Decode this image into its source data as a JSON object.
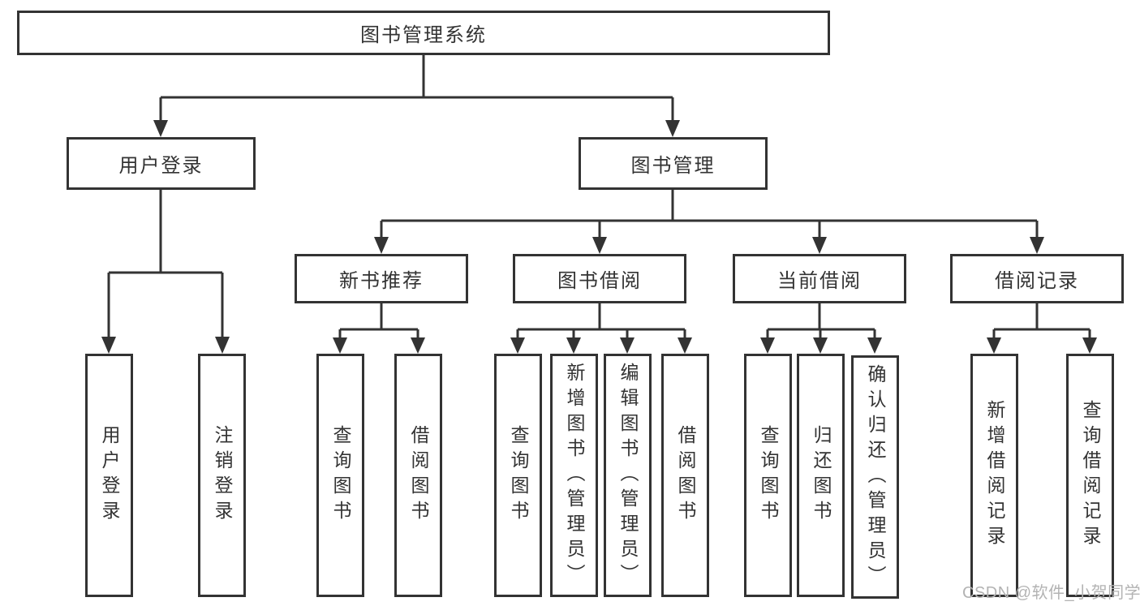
{
  "diagram": {
    "nodes": {
      "root": "图书管理系统",
      "user_login_branch": "用户登录",
      "book_management_branch": "图书管理",
      "new_book_recommend": "新书推荐",
      "book_borrowing": "图书借阅",
      "current_borrowing": "当前借阅",
      "borrowing_records": "借阅记录",
      "leaves_user": [
        "用户登录",
        "注销登录"
      ],
      "leaves_new_book": [
        "查询图书",
        "借阅图书"
      ],
      "leaves_book_borrowing": [
        "查询图书",
        "新增图书（管理员）",
        "编辑图书（管理员）",
        "借阅图书"
      ],
      "leaves_current_borrowing": [
        "查询图书",
        "归还图书",
        "确认归还（管理员）"
      ],
      "leaves_records": [
        "新增借阅记录",
        "查询借阅记录"
      ]
    },
    "watermark": "CSDN @软件_小贺同学",
    "colors": {
      "line": "#333333",
      "text": "#333333",
      "watermark": "#b3b3b3",
      "background": "#ffffff"
    }
  }
}
